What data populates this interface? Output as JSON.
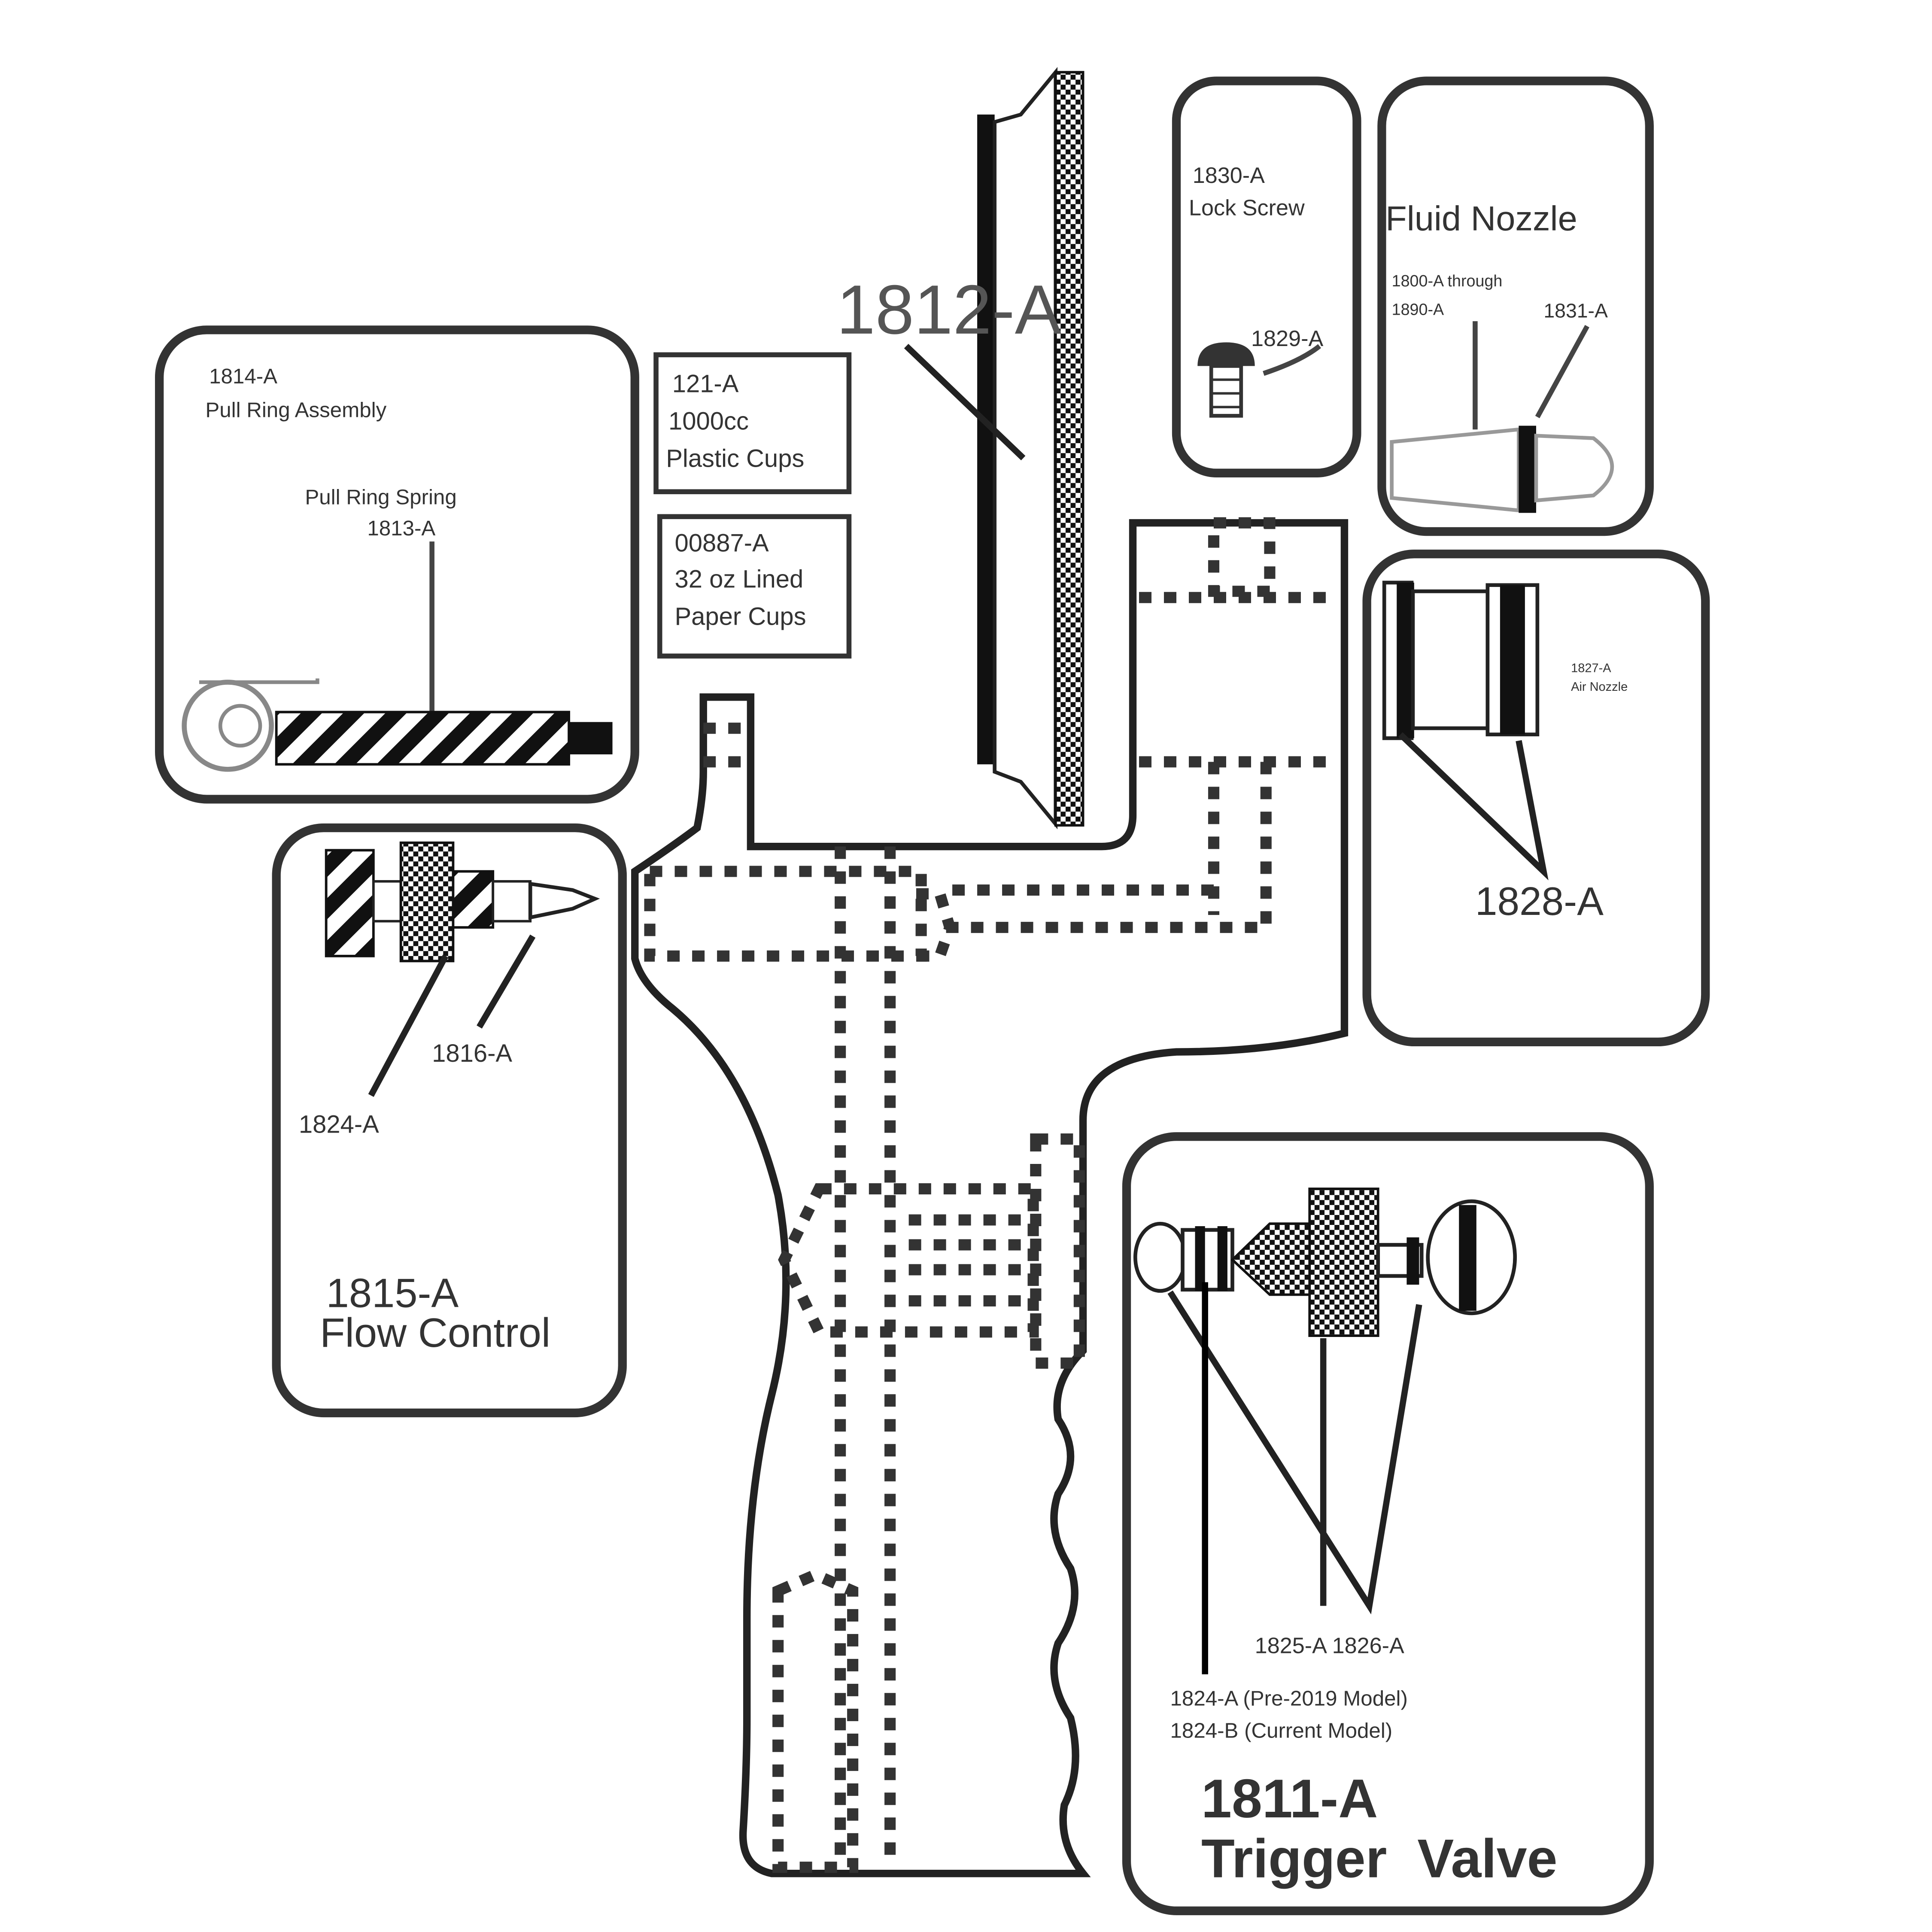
{
  "pull_ring_box": {
    "part_number": "1814-A",
    "name": "Pull Ring Assembly",
    "spring_name": "Pull Ring Spring",
    "spring_number": "1813-A"
  },
  "cups_1000": {
    "part": "121-A",
    "size": "1000cc",
    "name": "Plastic Cups"
  },
  "cups_paper": {
    "part": "00887-A",
    "size": "32 oz Lined",
    "name": "Paper Cups"
  },
  "gasket_label": "1812-A",
  "lock_screw_box": {
    "part": "1830-A",
    "name": "Lock Screw",
    "screw_part": "1829-A"
  },
  "fluid_nozzle_box": {
    "title": "Fluid Nozzle",
    "range_line1": "1800-A through",
    "range_line2": "1890-A",
    "ring_part": "1831-A"
  },
  "air_nozzle_box": {
    "part": "1827-A",
    "name": "Air Nozzle",
    "main_part": "1828-A"
  },
  "flow_control_box": {
    "part_a": "1816-A",
    "part_b": "1824-A",
    "title_number": "1815-A",
    "title_name": "Flow Control"
  },
  "trigger_valve_box": {
    "parts_row": "1825-A 1826-A",
    "model_pre": "1824-A (Pre-2019 Model)",
    "model_current": "1824-B (Current Model)",
    "title_number": "1811-A",
    "title_name": "Trigger  Valve"
  }
}
